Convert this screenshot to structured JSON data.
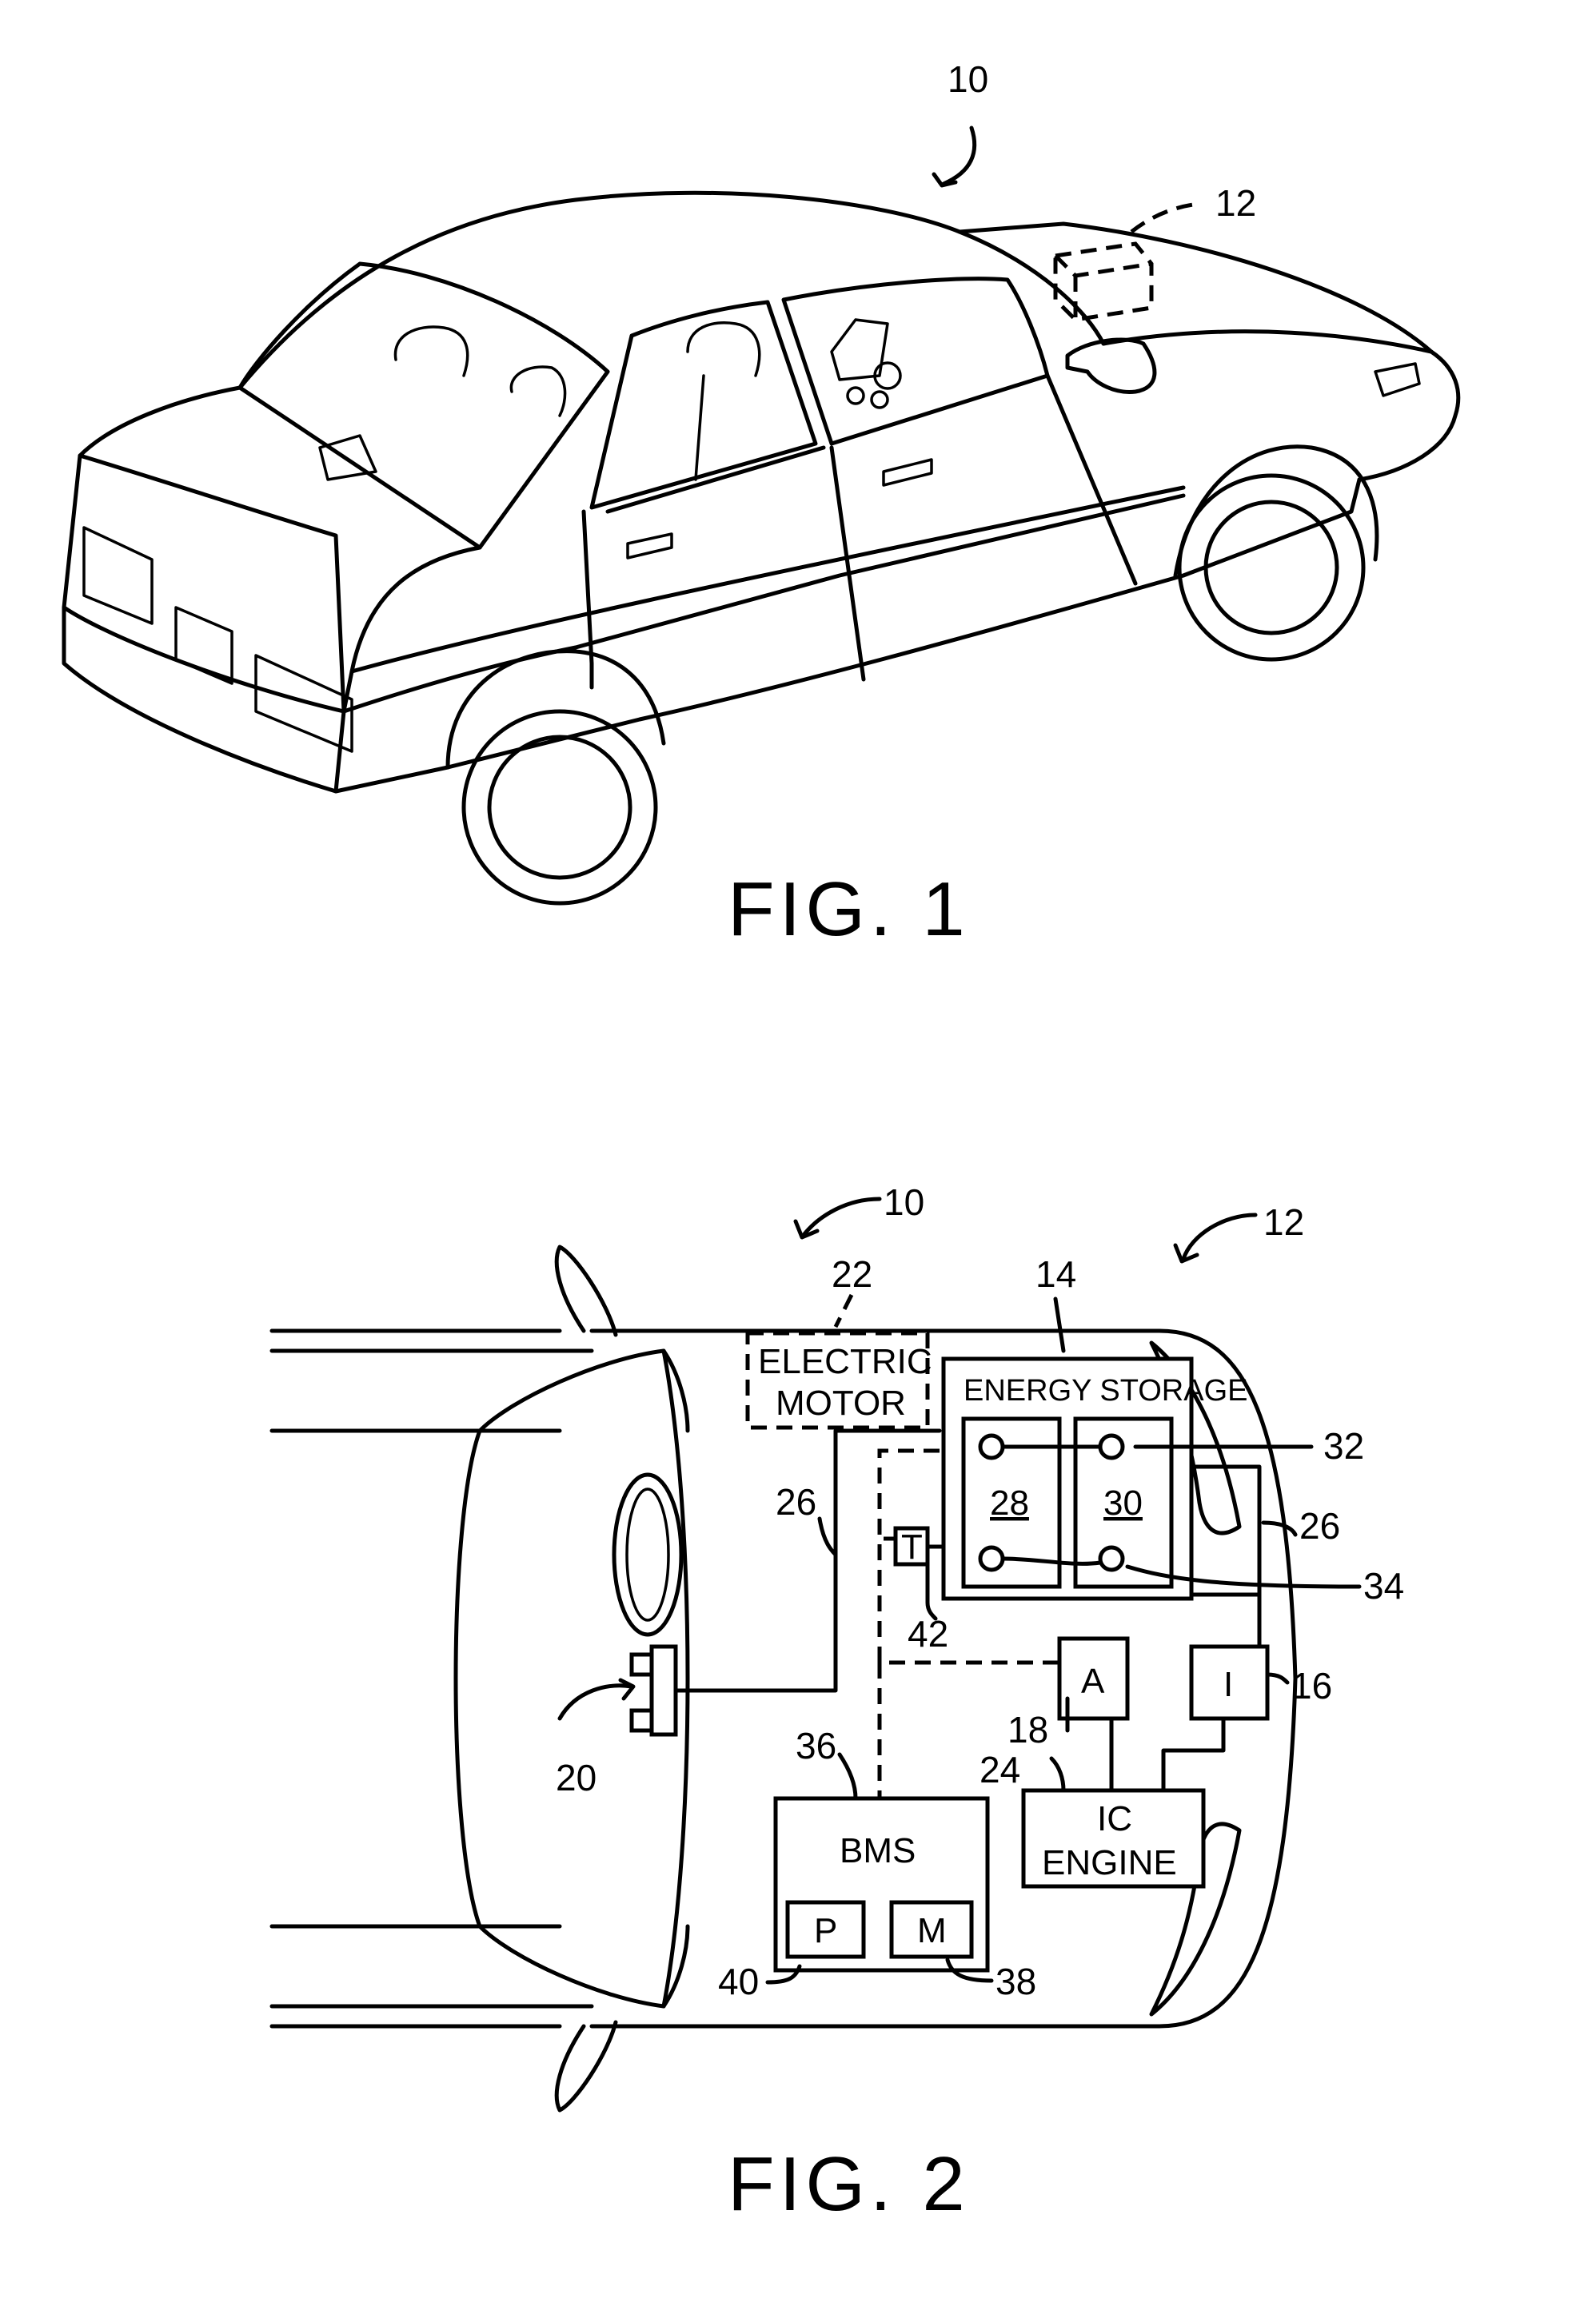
{
  "figure1": {
    "caption": "FIG. 1",
    "refs": {
      "vehicle": "10",
      "battery": "12"
    }
  },
  "figure2": {
    "caption": "FIG. 2",
    "refs": {
      "vehicle": "10",
      "battery_system": "12",
      "energy_storage": "14",
      "inverter": "16",
      "alternator": "18",
      "starter": "20",
      "electric_motor": "22",
      "ic_engine": "24",
      "bus_left": "26",
      "bus_right": "26",
      "cell_a": "28",
      "cell_b": "30",
      "terminal_top": "32",
      "terminal_bottom": "34",
      "bms": "36",
      "memory": "38",
      "processor": "40",
      "temp_sensor": "42"
    },
    "labels": {
      "electric_motor_line1": "ELECTRIC",
      "electric_motor_line2": "MOTOR",
      "energy_storage": "ENERGY STORAGE",
      "cell_a": "28",
      "cell_b": "30",
      "temp_sensor": "T",
      "alternator": "A",
      "inverter": "I",
      "bms": "BMS",
      "processor": "P",
      "memory": "M",
      "ic_engine_line1": "IC",
      "ic_engine_line2": "ENGINE"
    }
  }
}
